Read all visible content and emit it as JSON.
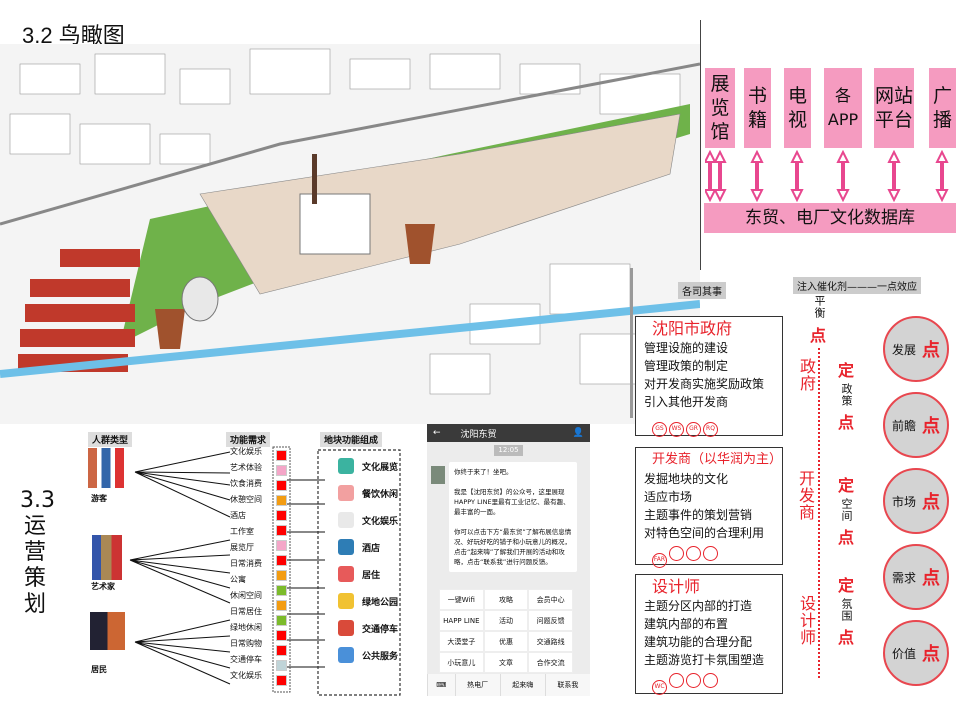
{
  "title_32": "3.2 鸟瞰图",
  "title_33": "3.3 运营策划",
  "media": {
    "items": [
      "展览馆",
      "书籍",
      "电视",
      "各APP",
      "网站平台",
      "广播"
    ],
    "database": "东贸、电厂文化数据库"
  },
  "flow": {
    "headers": [
      "人群类型",
      "功能需求",
      "地块功能组成"
    ],
    "groups": [
      {
        "name": "游客",
        "needs": [
          "文化娱乐",
          "艺术体验",
          "饮食消费",
          "休憩空间",
          "酒店"
        ]
      },
      {
        "name": "艺术家",
        "needs": [
          "工作室",
          "展览厅",
          "日常消费",
          "公寓",
          "休闲空间"
        ]
      },
      {
        "name": "居民",
        "needs": [
          "日常居住",
          "绿地休闲",
          "日常购物",
          "交通停车",
          "文化娱乐"
        ]
      }
    ],
    "colors": [
      "#ff0000",
      "#f4a6c8",
      "#ff0000",
      "#f39c12",
      "#ff0000",
      "#ff0000",
      "#f4a6c8",
      "#ff0000",
      "#f39c12",
      "#7cbb2b",
      "#f39c12",
      "#7cbb2b",
      "#ff0000",
      "#ff0000",
      "#c0d4d8",
      "#ff0000"
    ],
    "functions": [
      "文化展览",
      "餐饮休闲",
      "文化娱乐",
      "酒店",
      "居住",
      "绿地公园",
      "交通停车",
      "公共服务"
    ]
  },
  "phone": {
    "title": "沈阳东贸",
    "time": "12:05",
    "msg1": "你终于来了！坐吧。",
    "msg2": "我是【沈阳东贸】的公众号，这里展现HAPPY LINE里最有工业记忆、最有趣、最丰富的一面。",
    "msg3": "你可以点击下方“最东贸”了解布展信息情况、好玩好吃的铺子和小玩意儿的概况，点击“起来嗨”了解我们开展的活动和攻略，点击“联系我”进行问题反馈。",
    "menu": [
      "一键Wifi",
      "攻略",
      "会员中心",
      "HAPP LINE",
      "活动",
      "问题反馈",
      "大漠堂子",
      "优惠",
      "交通路线",
      "小玩意儿",
      "文章",
      "合作交流"
    ],
    "tabs": [
      "热电厂",
      "起来嗨",
      "联系我"
    ]
  },
  "roles": {
    "header": "各司其事",
    "boxes": [
      {
        "title": "沈阳市政府",
        "items": [
          "管理设施的建设",
          "管理政策的制定",
          "对开发商实施奖励政策",
          "引入其他开发商"
        ],
        "badges": [
          "GS",
          "WS",
          "GR",
          "RQ"
        ]
      },
      {
        "title": "开发商（以华润为主）",
        "items": [
          "发掘地块的文化",
          "适应市场",
          "主题事件的策划营销",
          "对特色空间的合理利用"
        ],
        "badges": [
          "FAR",
          "",
          "",
          ""
        ]
      },
      {
        "title": "设计师",
        "items": [
          "主题分区内部的打造",
          "建筑内部的布置",
          "建筑功能的合理分配",
          "主题游览打卡氛围塑造"
        ],
        "badges": [
          "WC",
          "",
          "",
          ""
        ]
      }
    ]
  },
  "catalyst": {
    "header": "注入催化剂———一点效应",
    "balance": "平衡",
    "point": "点",
    "actors": [
      "政府",
      "开发商",
      "设计师"
    ],
    "fix": "定",
    "fix_items": [
      "政策",
      "空间",
      "氛围"
    ],
    "circles": [
      "发展",
      "前瞻",
      "市场",
      "需求",
      "价值"
    ]
  }
}
